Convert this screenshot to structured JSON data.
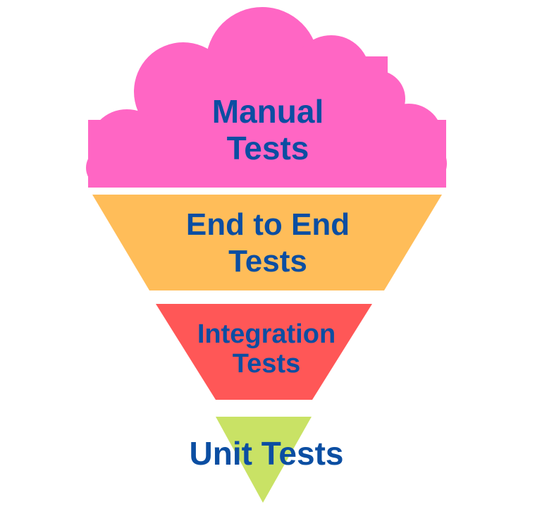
{
  "layers": [
    {
      "id": "manual",
      "line1": "Manual",
      "line2": "Tests",
      "color": "#ff66c4"
    },
    {
      "id": "e2e",
      "line1": "End to End",
      "line2": "Tests",
      "color": "#ffbd59"
    },
    {
      "id": "integration",
      "line1": "Integration",
      "line2": "Tests",
      "color": "#ff5757"
    },
    {
      "id": "unit",
      "line1": "Unit Tests",
      "line2": "",
      "color": "#c9e265"
    }
  ],
  "label_color": "#0b4ea2"
}
